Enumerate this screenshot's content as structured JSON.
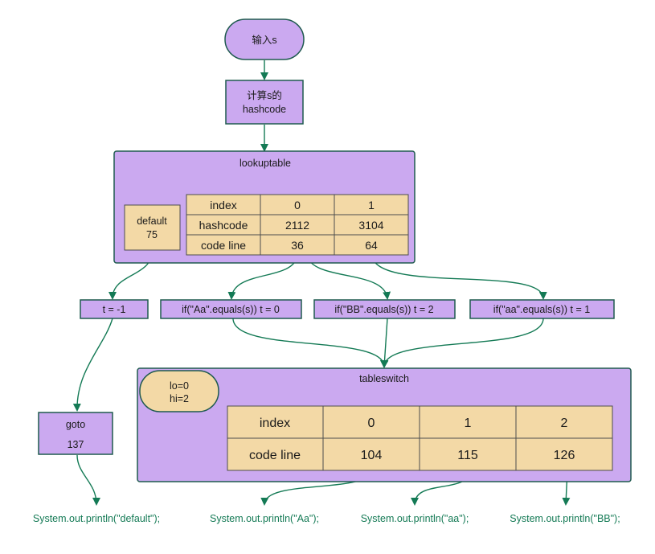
{
  "start": {
    "label": "输入s"
  },
  "compute": {
    "line1": "计算s的",
    "line2": "hashcode"
  },
  "lookuptable": {
    "title": "lookuptable",
    "default_label": "default",
    "default_value": "75",
    "rows": [
      {
        "header": "index",
        "values": [
          "0",
          "1"
        ]
      },
      {
        "header": "hashcode",
        "values": [
          "2112",
          "3104"
        ]
      },
      {
        "header": "code line",
        "values": [
          "36",
          "64"
        ]
      }
    ]
  },
  "assign": {
    "default": "t = -1",
    "aa_upper": "if(\"Aa\".equals(s)) t = 0",
    "bb": "if(\"BB\".equals(s)) t = 2",
    "aa_lower": "if(\"aa\".equals(s)) t = 1"
  },
  "goto_box": {
    "line1": "goto",
    "line2": "137"
  },
  "tableswitch": {
    "title": "tableswitch",
    "bounds_line1": "lo=0",
    "bounds_line2": "hi=2",
    "rows": [
      {
        "header": "index",
        "values": [
          "0",
          "1",
          "2"
        ]
      },
      {
        "header": "code line",
        "values": [
          "104",
          "115",
          "126"
        ]
      }
    ]
  },
  "outputs": {
    "default": "System.out.println(\"default\");",
    "aa_upper": "System.out.println(\"Aa\");",
    "aa_lower": "System.out.println(\"aa\");",
    "bb": "System.out.println(\"BB\");"
  },
  "colors": {
    "node_fill": "#cba9f0",
    "cell_fill": "#f3d9a6",
    "connector": "#147a55",
    "border": "#1f5a4f"
  }
}
